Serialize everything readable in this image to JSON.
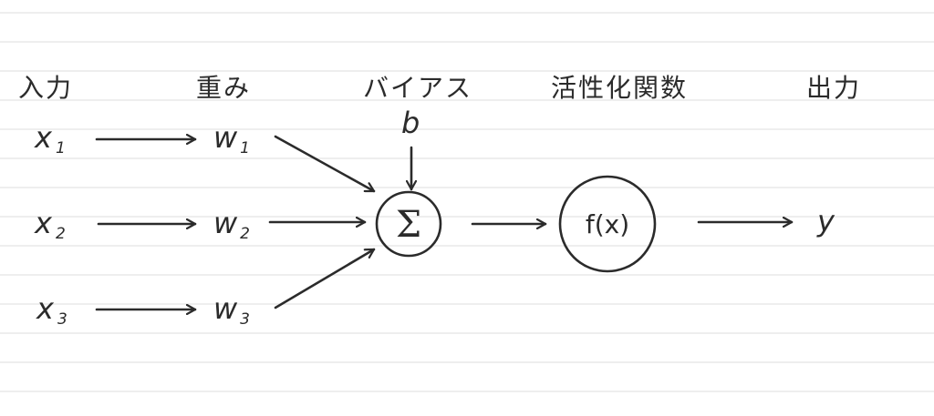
{
  "headers": {
    "input": "入力",
    "weight": "重み",
    "bias": "バイアス",
    "activation": "活性化関数",
    "output": "出力"
  },
  "inputs": [
    {
      "base": "x",
      "sub": "1"
    },
    {
      "base": "x",
      "sub": "2"
    },
    {
      "base": "x",
      "sub": "3"
    }
  ],
  "weights": [
    {
      "base": "w",
      "sub": "1"
    },
    {
      "base": "w",
      "sub": "2"
    },
    {
      "base": "w",
      "sub": "3"
    }
  ],
  "bias_symbol": "b",
  "sum_symbol": "Σ",
  "activation_symbol": "f(x)",
  "output_symbol": "y",
  "colors": {
    "ink": "#2b2b2b",
    "rule_lines": "#e4e4e4",
    "paper": "#ffffff"
  }
}
